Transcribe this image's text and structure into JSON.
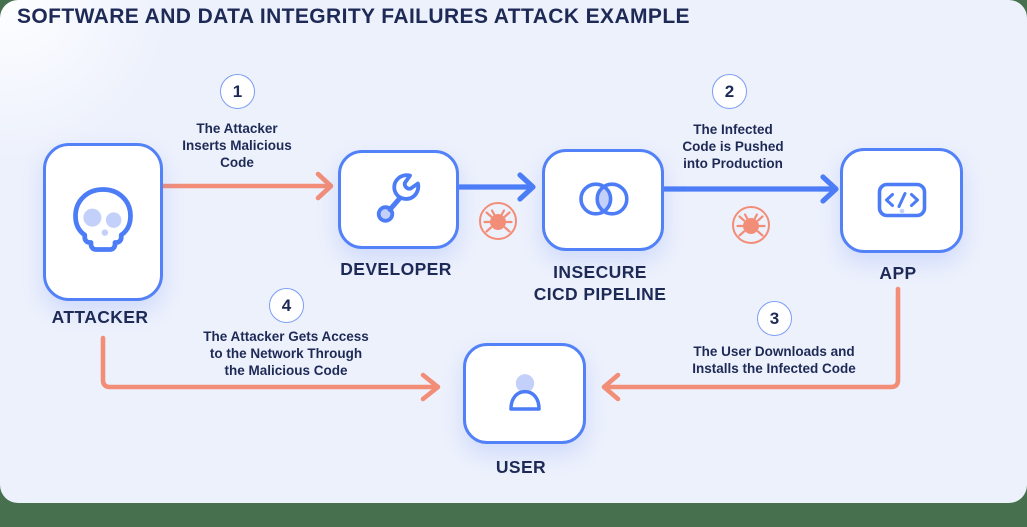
{
  "title": "SOFTWARE AND DATA INTEGRITY FAILURES ATTACK EXAMPLE",
  "colors": {
    "page_background": "#47704F",
    "panel_background": "#EDF1FC",
    "navy_text": "#1E2A56",
    "blue_accent": "#4C7DF7",
    "light_blue_fill": "#C3D1FA",
    "salmon_accent": "#F28E78",
    "node_fill": "#FFFFFF"
  },
  "nodes": [
    {
      "id": "attacker",
      "icon": "skull-icon",
      "label_lines": [
        "ATTACKER"
      ]
    },
    {
      "id": "developer",
      "icon": "wrench-icon",
      "label_lines": [
        "DEVELOPER"
      ]
    },
    {
      "id": "cicd-pipeline",
      "icon": "venn-circles-icon",
      "label_lines": [
        "INSECURE",
        "CICD PIPELINE"
      ]
    },
    {
      "id": "app",
      "icon": "code-screen-icon",
      "label_lines": [
        "APP"
      ]
    },
    {
      "id": "user",
      "icon": "person-icon",
      "label_lines": [
        "USER"
      ]
    }
  ],
  "steps": [
    {
      "number": "1",
      "lines": [
        "The Attacker",
        "Inserts Malicious",
        "Code"
      ]
    },
    {
      "number": "2",
      "lines": [
        "The Infected",
        "Code is Pushed",
        "into Production"
      ]
    },
    {
      "number": "3",
      "lines": [
        "The User Downloads and",
        "Installs the Infected Code"
      ]
    },
    {
      "number": "4",
      "lines": [
        "The Attacker Gets Access",
        "to the Network Through",
        "the Malicious Code"
      ]
    }
  ],
  "arrows": [
    {
      "id": "attacker-to-developer",
      "color": "salmon"
    },
    {
      "id": "developer-to-pipeline",
      "color": "blue"
    },
    {
      "id": "pipeline-to-app",
      "color": "blue"
    },
    {
      "id": "app-to-user",
      "color": "salmon"
    },
    {
      "id": "attacker-to-user",
      "color": "salmon"
    }
  ],
  "bugs": [
    {
      "id": "bug-developer-pipeline"
    },
    {
      "id": "bug-pipeline-app"
    }
  ]
}
